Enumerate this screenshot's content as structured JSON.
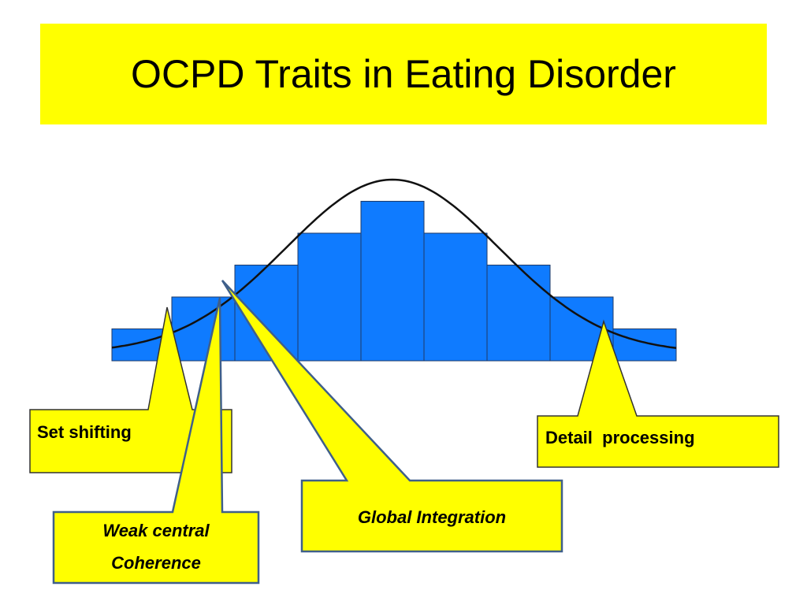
{
  "title": "OCPD Traits in Eating Disorder",
  "colors": {
    "title_bg": "#FFFF00",
    "bar_fill": "#0F7BFF",
    "bar_stroke": "#1F3A66",
    "curve": "#111111",
    "callout_fill": "#FFFF00",
    "callout_stroke_plain": "#333333",
    "callout_stroke_blue": "#3F5F8A"
  },
  "histogram": {
    "bar_levels": [
      1,
      2,
      3,
      4,
      5,
      4,
      3,
      2,
      1
    ],
    "curve": "normal"
  },
  "callouts": {
    "set_shifting": "Set shifting",
    "weak_central_line1": "Weak central",
    "weak_central_line2": "Coherence",
    "global_integration": "Global Integration",
    "detail_processing": "Detail  processing"
  }
}
